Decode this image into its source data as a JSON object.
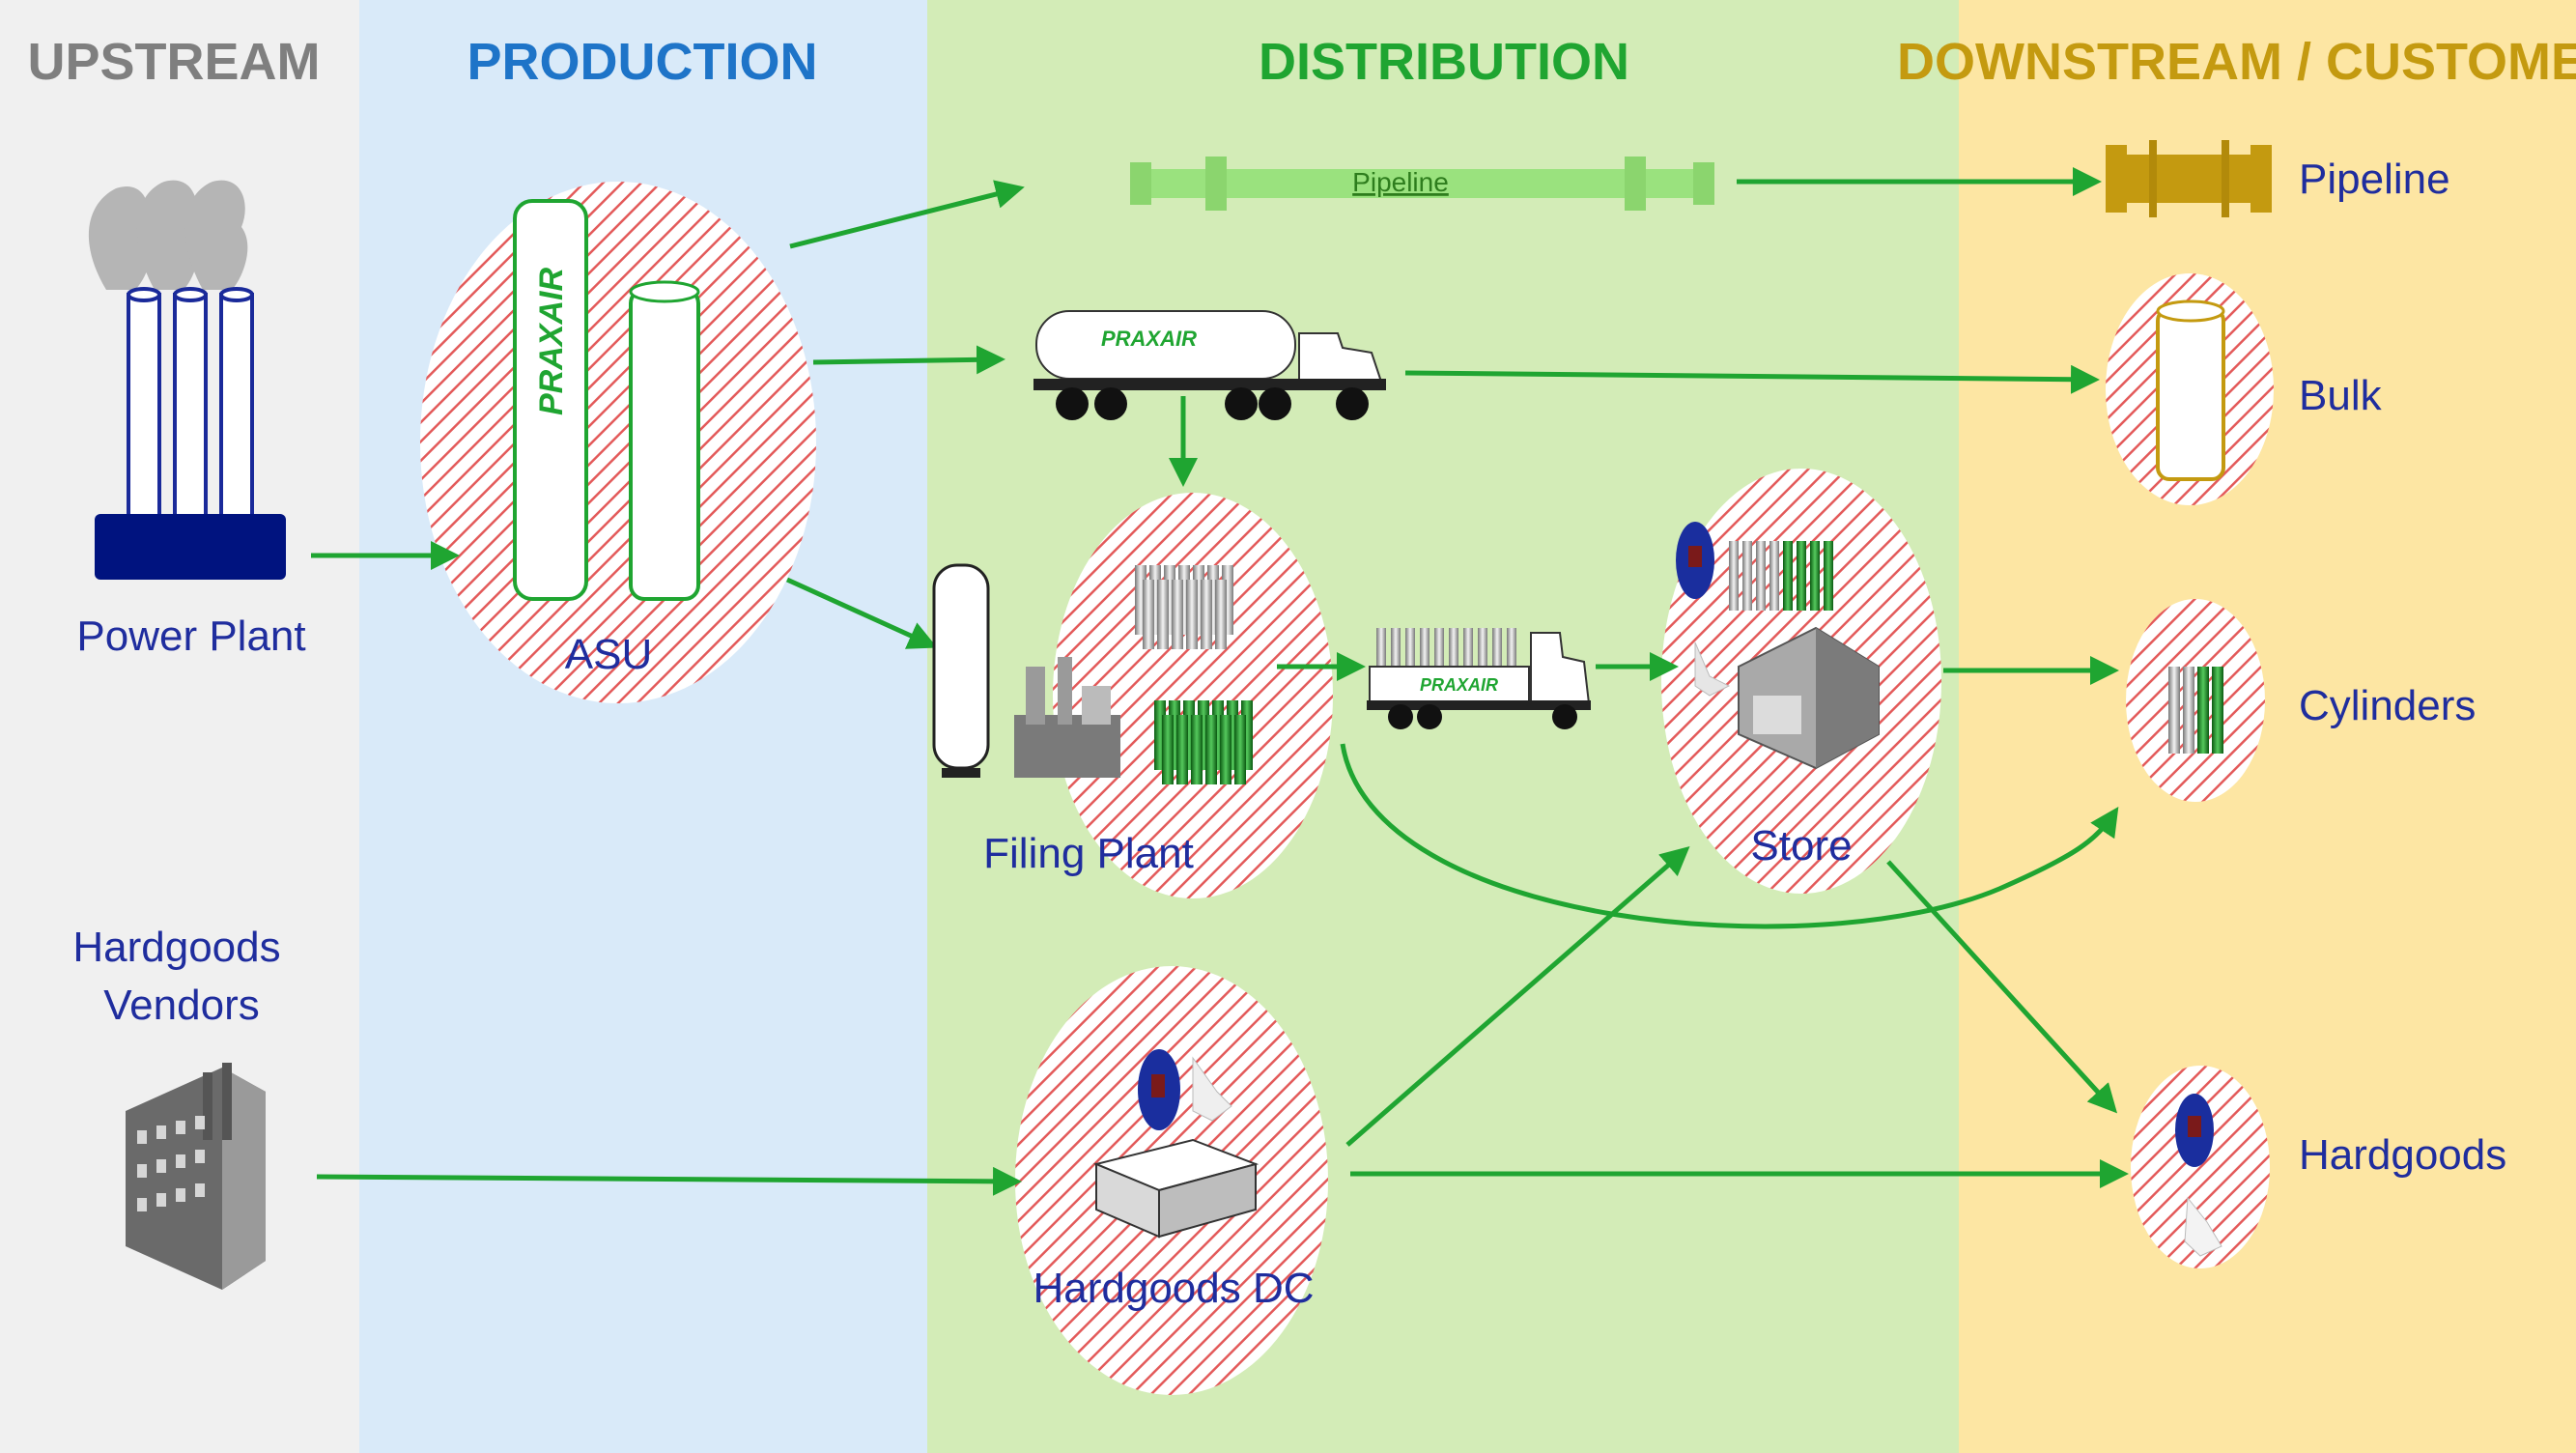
{
  "columns": {
    "upstream": "UPSTREAM",
    "production": "PRODUCTION",
    "distribution": "DISTRIBUTION",
    "downstream": "DOWNSTREAM / CUSTOMER"
  },
  "nodes": {
    "power_plant": "Power Plant",
    "hardgoods_vendors_line1": "Hardgoods",
    "hardgoods_vendors_line2": "Vendors",
    "asu": "ASU",
    "filing_plant": "Filing Plant",
    "store": "Store",
    "hardgoods_dc": "Hardgoods DC",
    "pipeline_segment": "Pipeline"
  },
  "customers": {
    "pipeline": "Pipeline",
    "bulk": "Bulk",
    "cylinders": "Cylinders",
    "hardgoods": "Hardgoods"
  },
  "brand": "PRAXAIR",
  "colors": {
    "upstream_bg": "#f0f0f0",
    "production_bg": "#d9eaf9",
    "distribution_bg": "#d3ecb7",
    "downstream_bg": "#fde6a3",
    "upstream_header": "#7f7f7f",
    "production_header": "#1e74c8",
    "distribution_header": "#1fa531",
    "downstream_header": "#c49a10",
    "arrow": "#1fa531",
    "label": "#1f2d9e"
  }
}
